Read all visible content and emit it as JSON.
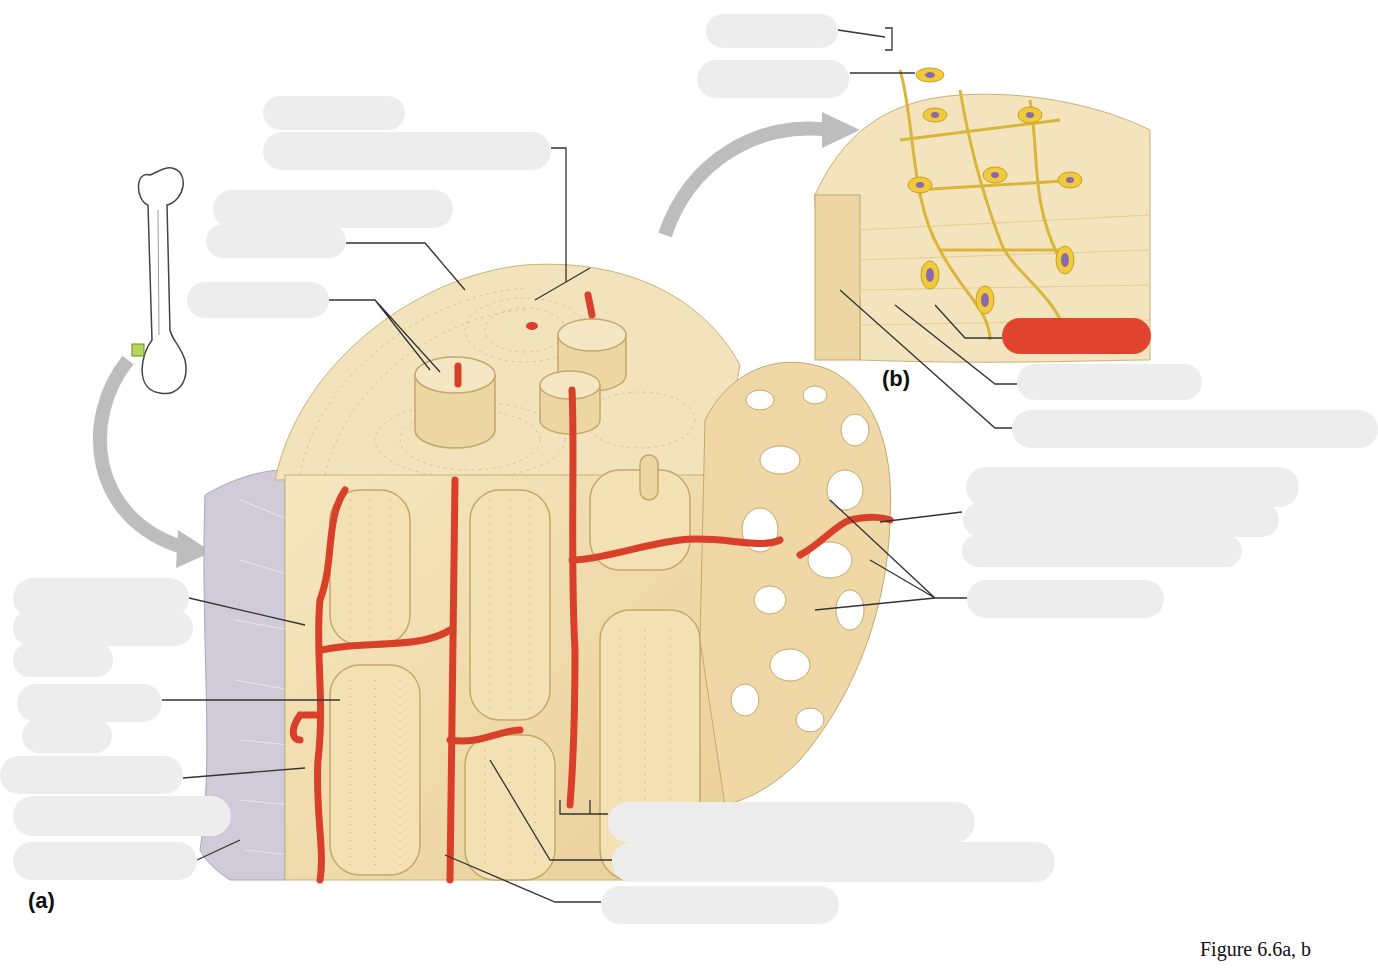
{
  "diagram": {
    "caption": "Figure 6.6a, b",
    "labels": [
      "(a)",
      "(b)"
    ]
  }
}
